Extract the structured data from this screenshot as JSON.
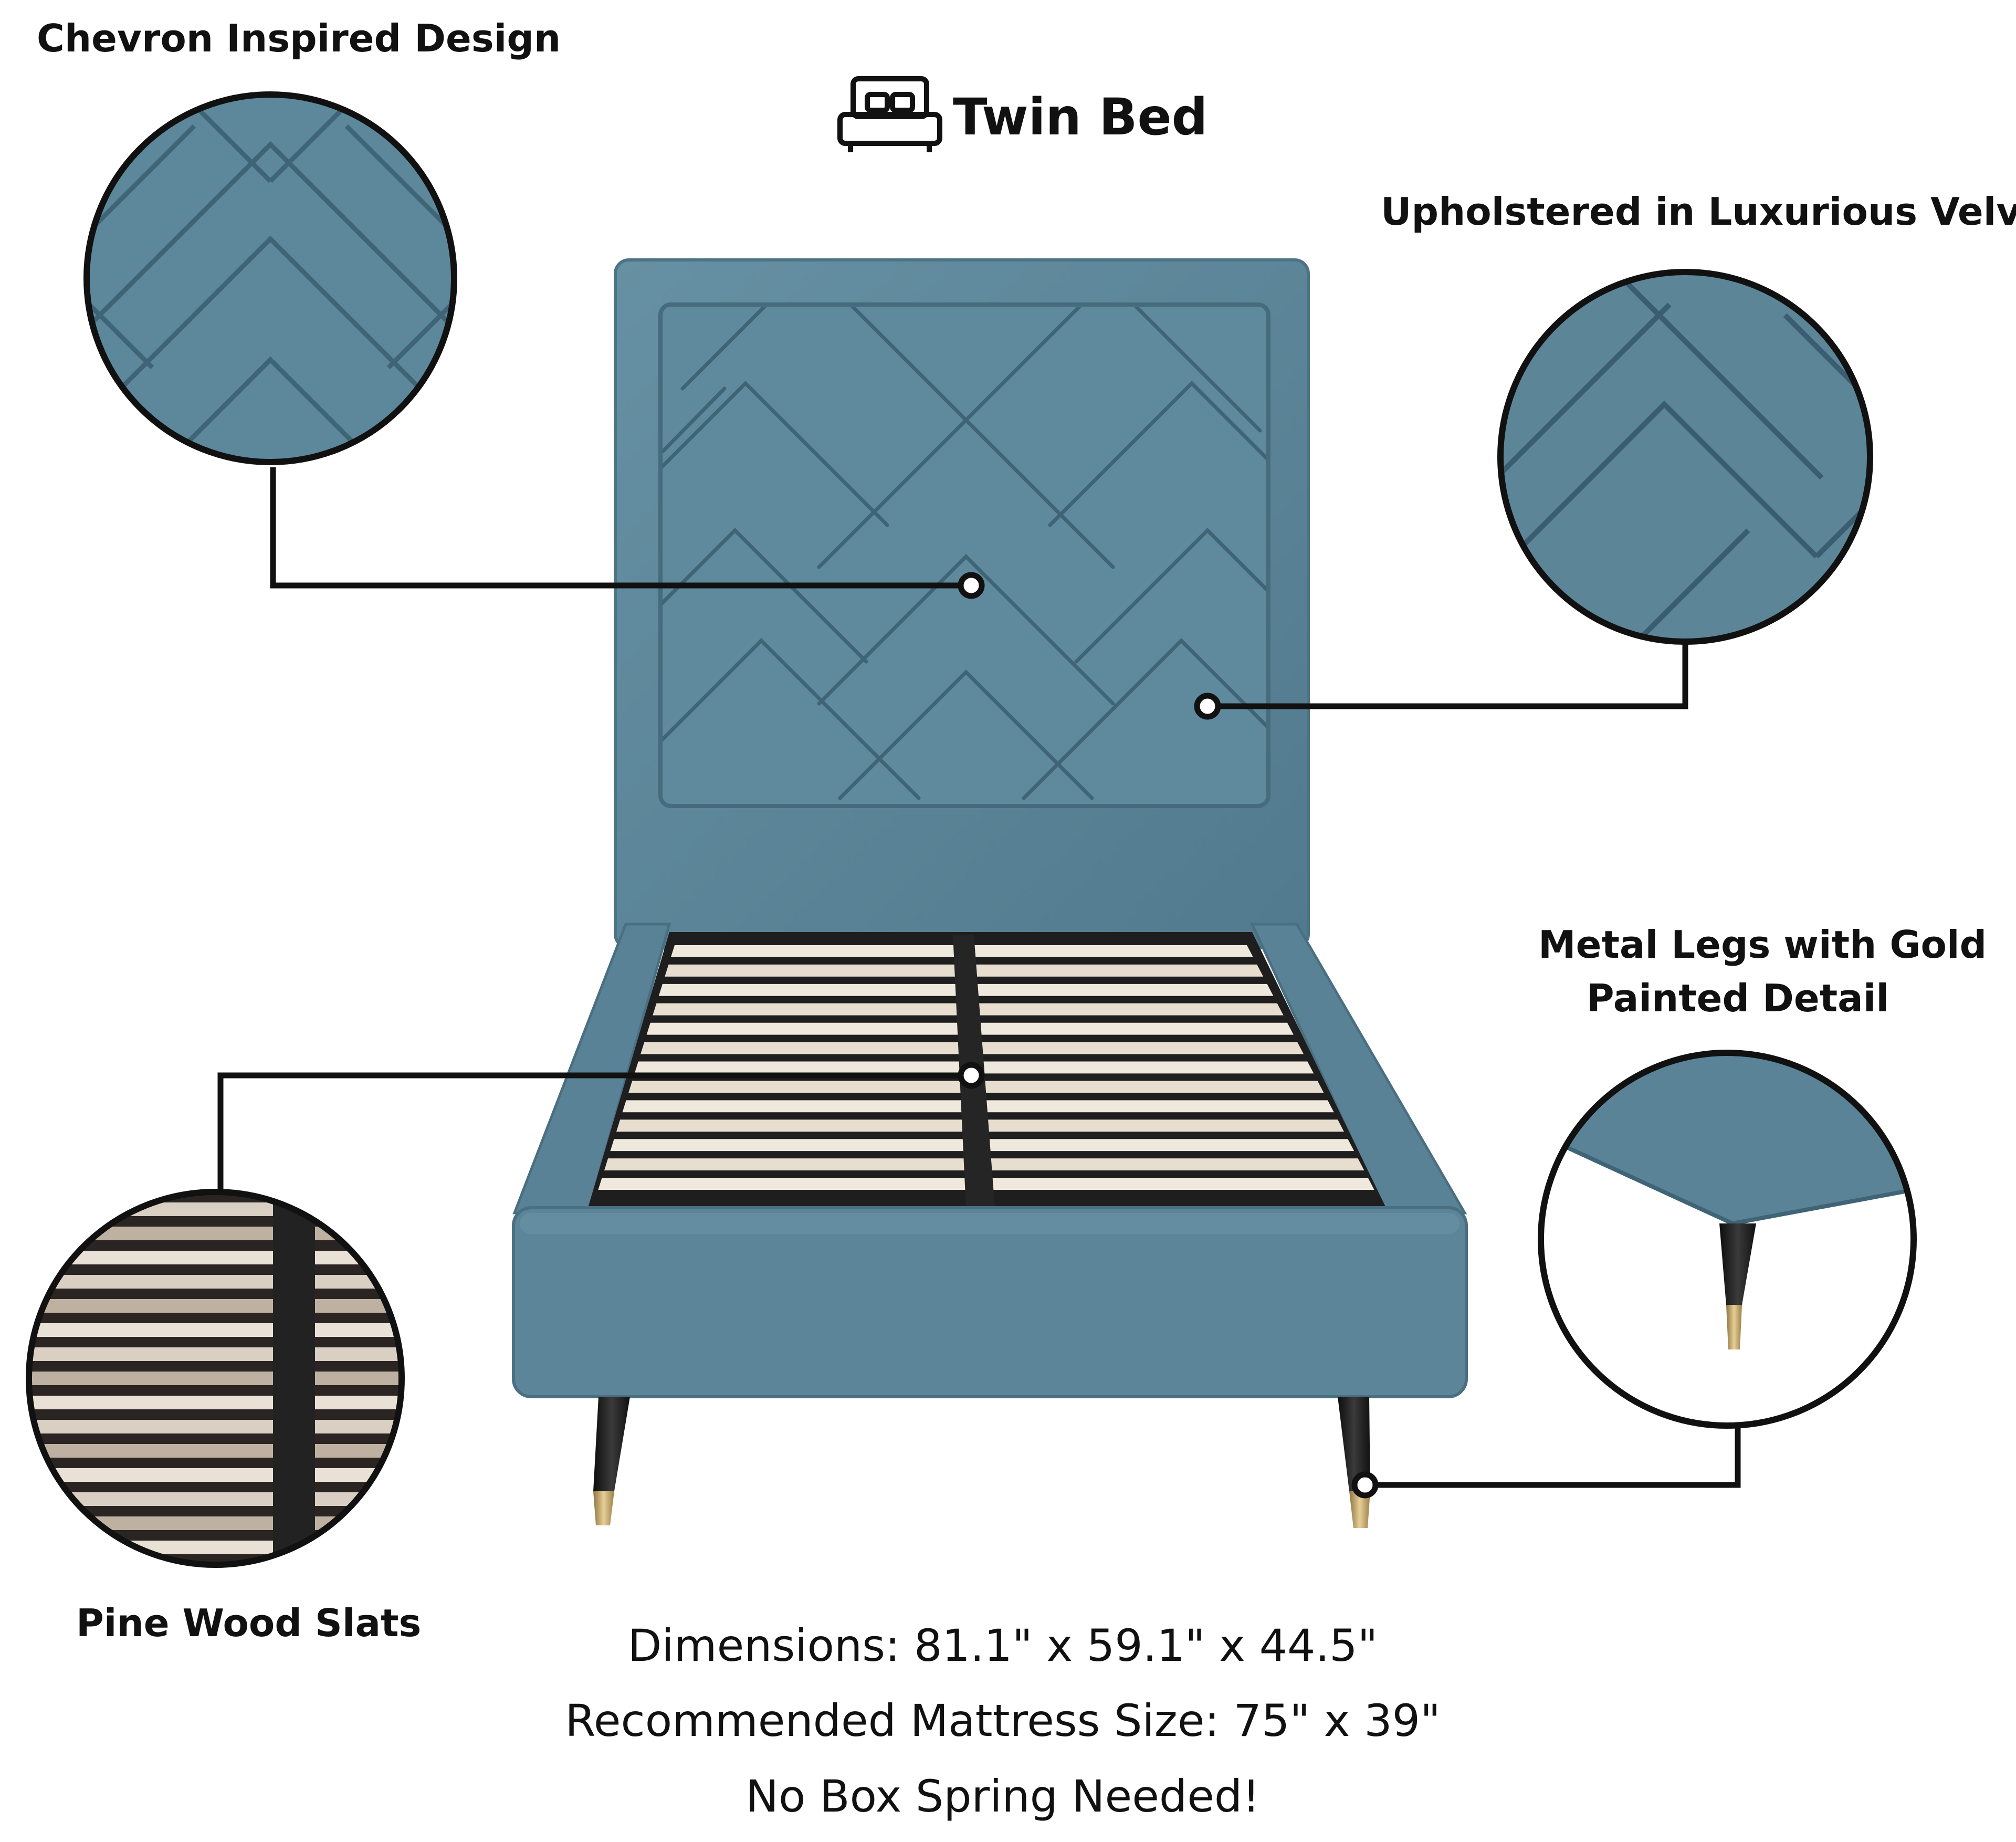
{
  "title": "Twin Bed",
  "icons": {
    "title_icon": "bed-icon"
  },
  "colors": {
    "velvet": "#5b8397",
    "velvet_dark": "#3f6476",
    "slat": "#ece4d8",
    "frame_dark": "#1c1c1c",
    "gold": "#c9a869",
    "line": "#111111"
  },
  "callouts": {
    "chevron": "Chevron Inspired Design",
    "velvet": "Upholstered in Luxurious Velvet",
    "legs_line1": "Metal Legs with Gold",
    "legs_line2": "Painted Detail",
    "slats": "Pine Wood Slats"
  },
  "specs": {
    "dimensions": "Dimensions: 81.1\" x 59.1\" x 44.5\"",
    "mattress": "Recommended Mattress Size: 75\" x 39\"",
    "box_spring": "No Box Spring Needed!"
  }
}
